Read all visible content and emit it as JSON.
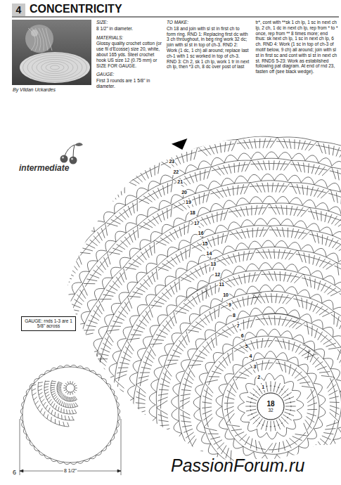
{
  "diagram": {
    "title": "CONCENTRICITY",
    "nodes": [
      {
        "text": [
          "4"
        ]
      },
      {
        "text": [
          "GAUGE: rnds 1-3 are 1 5/8\" across"
        ]
      },
      {
        "text": [
          "18",
          "32"
        ]
      }
    ],
    "labels": [
      "SIZE:",
      "8 1/2\" in diameter.",
      "MATERIALS:",
      "Glossy quality crochet cotton (or use fil d'Ecosse) size 20, white, about 165 yds. Steel crochet hook US size 12 (0.75 mm) or SIZE FOR GAUGE.",
      "GAUGE:",
      "First 3 rounds are 1 5/8\" in diameter.",
      "TO MAKE:",
      "Ch 18 and join with sl st in first ch to form ring. RND 1: Replacing first dc with 3 ch throughout, in beg ring work 32 dc; join with sl st in top of ch-3. RND 2: Work (1 dc, 1 ch) all around; replace last ch-1 with 1 sc worked in top of ch-3. RND 3: Ch 2, sk 1 ch lp, work 1 tr in next ch lp, then *3 ch, 8 dc over post of last tr*, cont with **sk 1 ch lp, 1 sc in next ch lp, 2 ch, 1 dc in next ch lp, rep from * to * once, rep from ** 8 times more; end thus: sk next ch lp, 1 sc in next ch lp, 6 ch. RND 4: Work (1 sc in top of ch-3 of motif below, 9 ch) all around; join with sl st in first sc and cont with sl st in next ch st. RNDS 5-23: Work as established following pat diagram. At end of rnd 23, fasten off (see black wedge).",
      "By Vildan Uckardes",
      "intermediate",
      "23",
      "22",
      "21",
      "20",
      "19",
      "18",
      "17",
      "16",
      "15",
      "14",
      "13",
      "12",
      "11",
      "10",
      "9",
      "8",
      "7",
      "6",
      "5",
      "4",
      "3",
      "2",
      "1",
      "8 1/2\"",
      "6",
      "PassionForum.ru"
    ]
  }
}
